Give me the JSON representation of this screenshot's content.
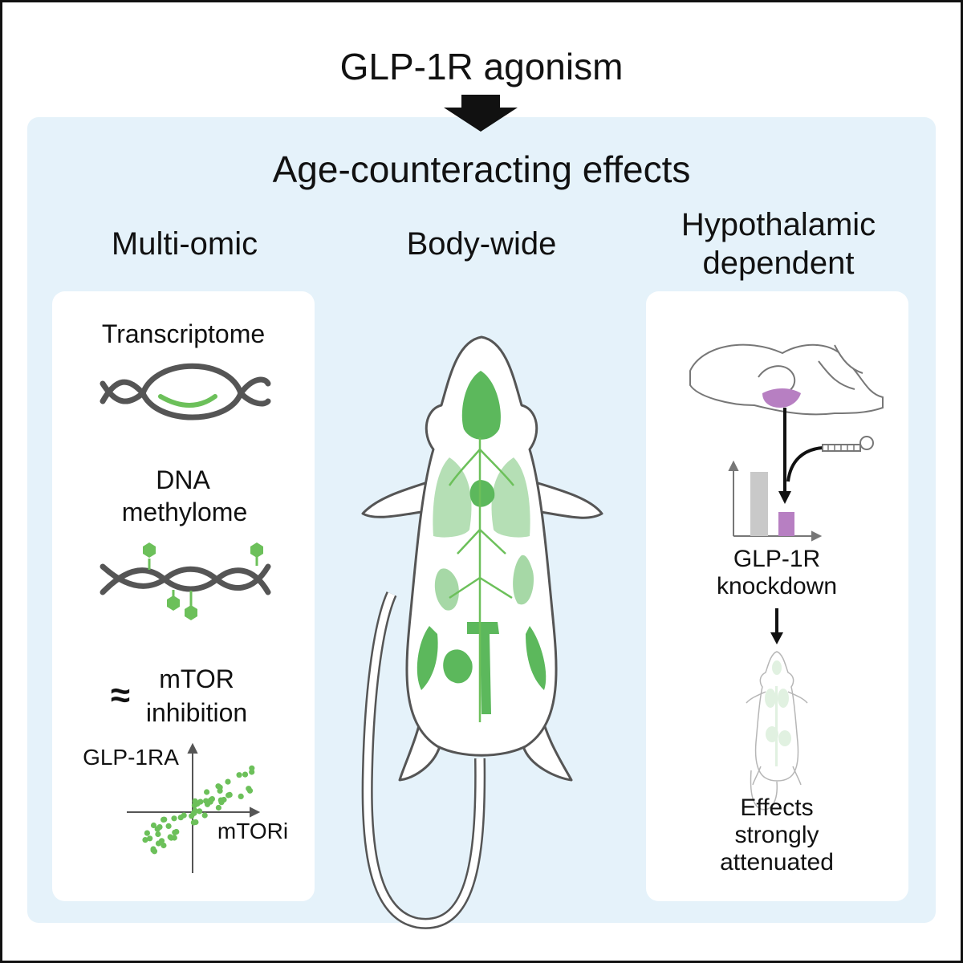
{
  "header": {
    "title": "GLP-1R agonism",
    "subtitle": "Age-counteracting effects"
  },
  "columns": {
    "left": {
      "heading": "Multi-omic"
    },
    "center": {
      "heading": "Body-wide"
    },
    "right": {
      "heading_line1": "Hypothalamic",
      "heading_line2": "dependent"
    }
  },
  "left_card": {
    "transcriptome": "Transcriptome",
    "dna_line1": "DNA",
    "dna_line2": "methylome",
    "approx_symbol": "≈",
    "mtor_line1": "mTOR",
    "mtor_line2": "inhibition",
    "scatter_ylabel": "GLP-1RA",
    "scatter_xlabel": "mTORi"
  },
  "right_card": {
    "knockdown_line1": "GLP-1R",
    "knockdown_line2": "knockdown",
    "effects_line1": "Effects",
    "effects_line2": "strongly",
    "effects_line3": "attenuated"
  },
  "colors": {
    "frame": "#111111",
    "panel_bg": "#e5f2fa",
    "card_bg": "#ffffff",
    "dna_gray": "#555555",
    "green": "#6cc05a",
    "organ_green": "#5cb85c",
    "purple": "#b77fc2",
    "bar_gray": "#c9c9c9"
  }
}
